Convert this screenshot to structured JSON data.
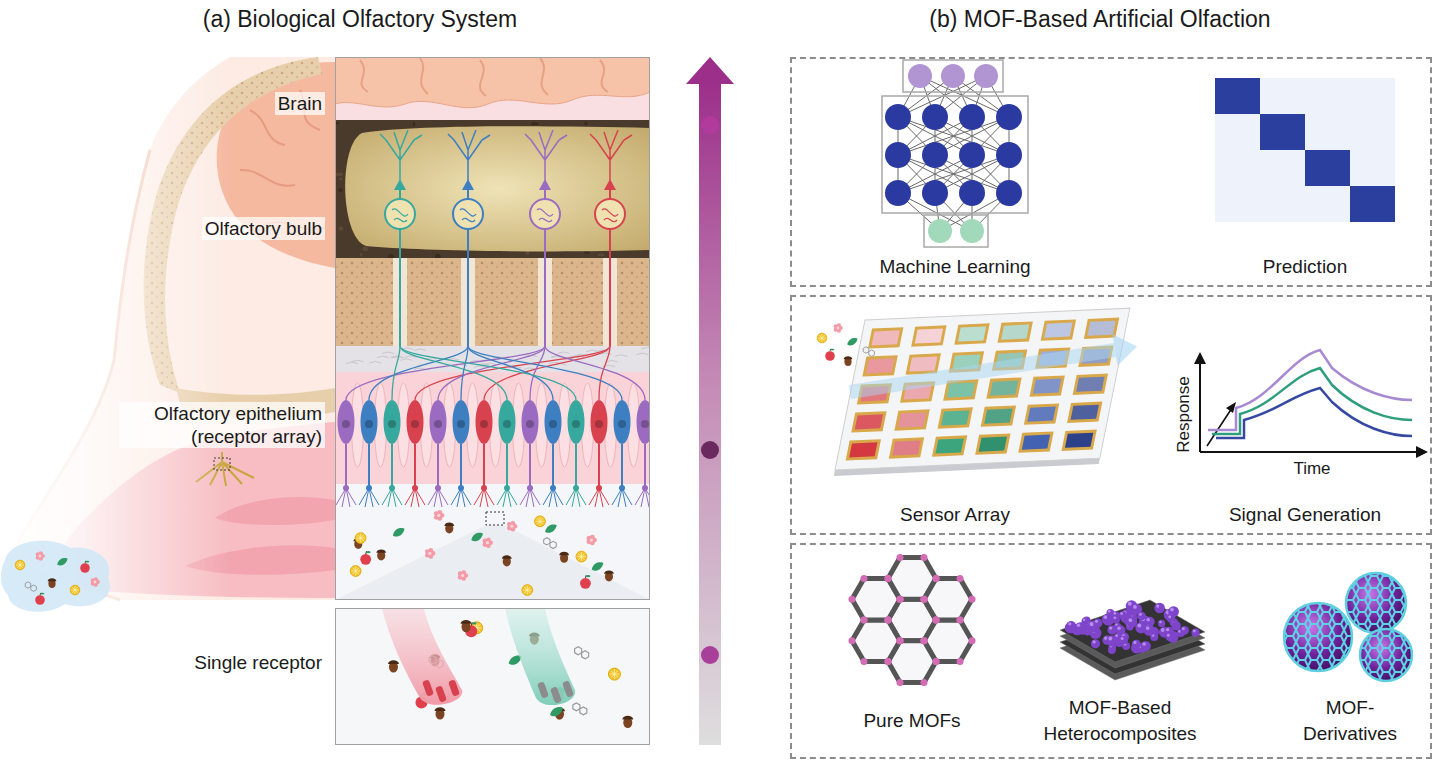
{
  "diagram": {
    "nodes": [
      {
        "text": [
          "Machine Learning",
          "Prediction"
        ]
      },
      {
        "text": [
          "Sensor Array",
          "Signal Generation"
        ]
      },
      {
        "text": [
          "Pure MOFs",
          "MOF-Based Heterocomposites",
          "MOF-Derivatives"
        ]
      }
    ],
    "labels": [
      "(a) Biological Olfactory System",
      "(b) MOF-Based Artificial Olfaction",
      "Brain",
      "Olfactory bulb",
      "Olfactory epithelium (receptor array)",
      "Single receptor",
      "Response",
      "Time"
    ]
  }
}
